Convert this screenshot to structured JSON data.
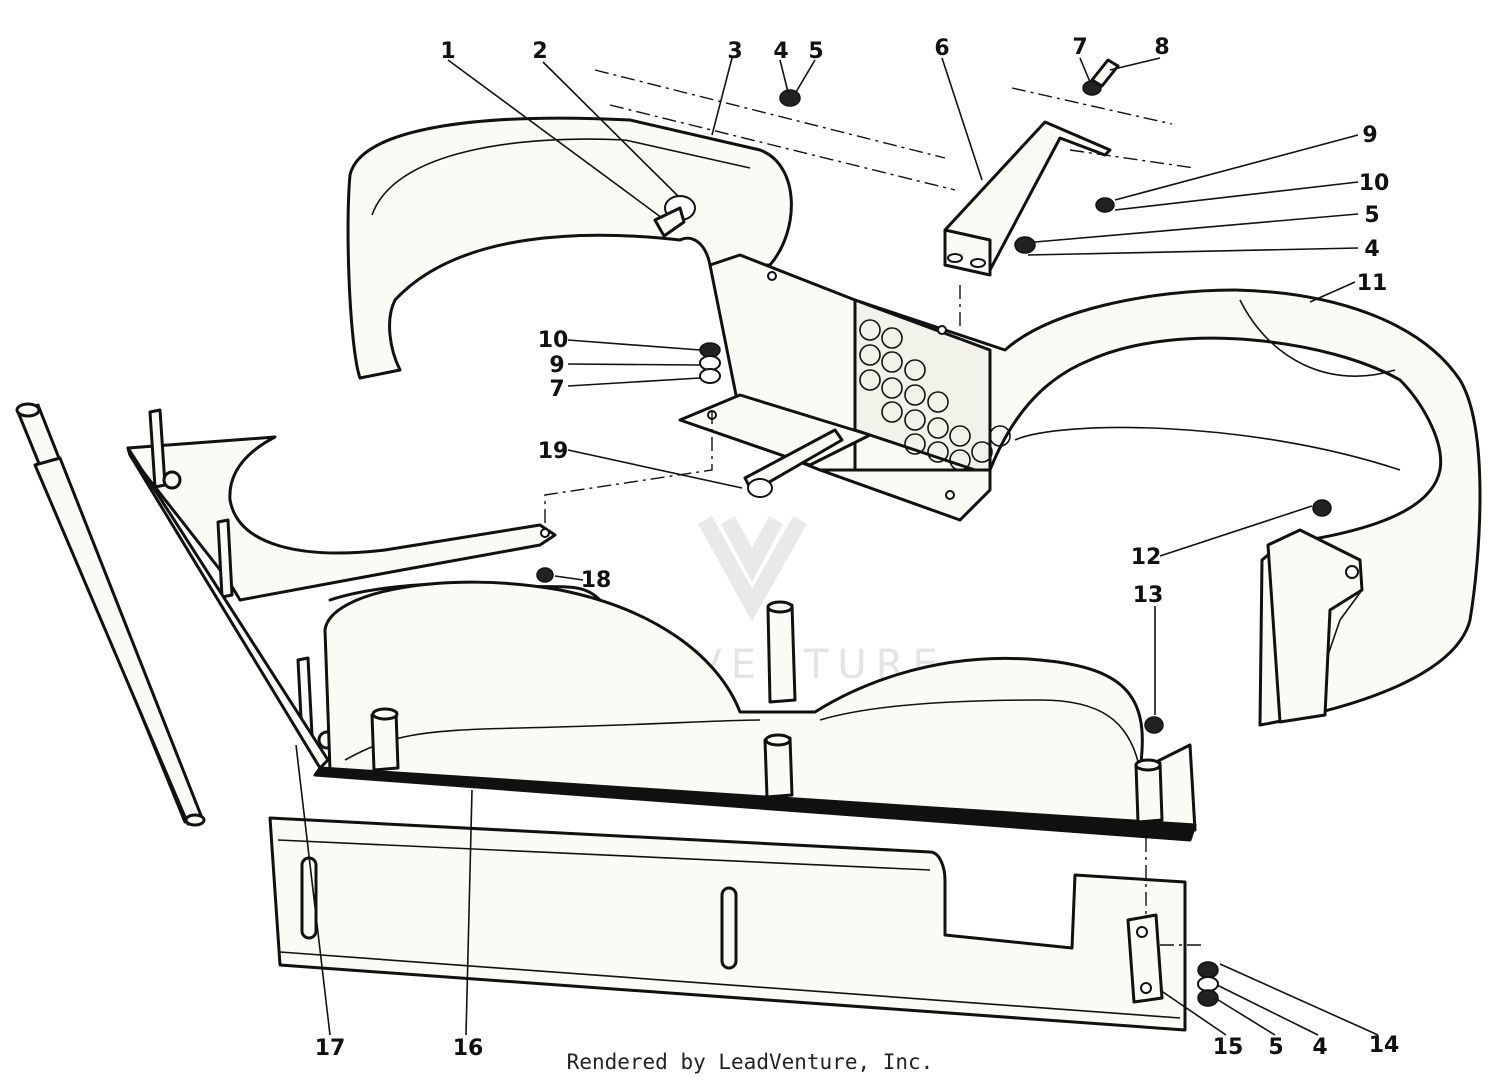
{
  "diagram": {
    "callouts": [
      {
        "id": "c1",
        "text": "1"
      },
      {
        "id": "c2",
        "text": "2"
      },
      {
        "id": "c3",
        "text": "3"
      },
      {
        "id": "c4a",
        "text": "4"
      },
      {
        "id": "c5a",
        "text": "5"
      },
      {
        "id": "c6",
        "text": "6"
      },
      {
        "id": "c7a",
        "text": "7"
      },
      {
        "id": "c8",
        "text": "8"
      },
      {
        "id": "c9a",
        "text": "9"
      },
      {
        "id": "c10a",
        "text": "10"
      },
      {
        "id": "c5b",
        "text": "5"
      },
      {
        "id": "c4b",
        "text": "4"
      },
      {
        "id": "c11",
        "text": "11"
      },
      {
        "id": "c10b",
        "text": "10"
      },
      {
        "id": "c9b",
        "text": "9"
      },
      {
        "id": "c7b",
        "text": "7"
      },
      {
        "id": "c19",
        "text": "19"
      },
      {
        "id": "c18",
        "text": "18"
      },
      {
        "id": "c12",
        "text": "12"
      },
      {
        "id": "c13",
        "text": "13"
      },
      {
        "id": "c17",
        "text": "17"
      },
      {
        "id": "c16",
        "text": "16"
      },
      {
        "id": "c15",
        "text": "15"
      },
      {
        "id": "c5c",
        "text": "5"
      },
      {
        "id": "c4c",
        "text": "4"
      },
      {
        "id": "c14",
        "text": "14"
      }
    ]
  },
  "watermark": {
    "text": "LEADVENTURE"
  },
  "footer": {
    "text": "Rendered by LeadVenture, Inc."
  }
}
